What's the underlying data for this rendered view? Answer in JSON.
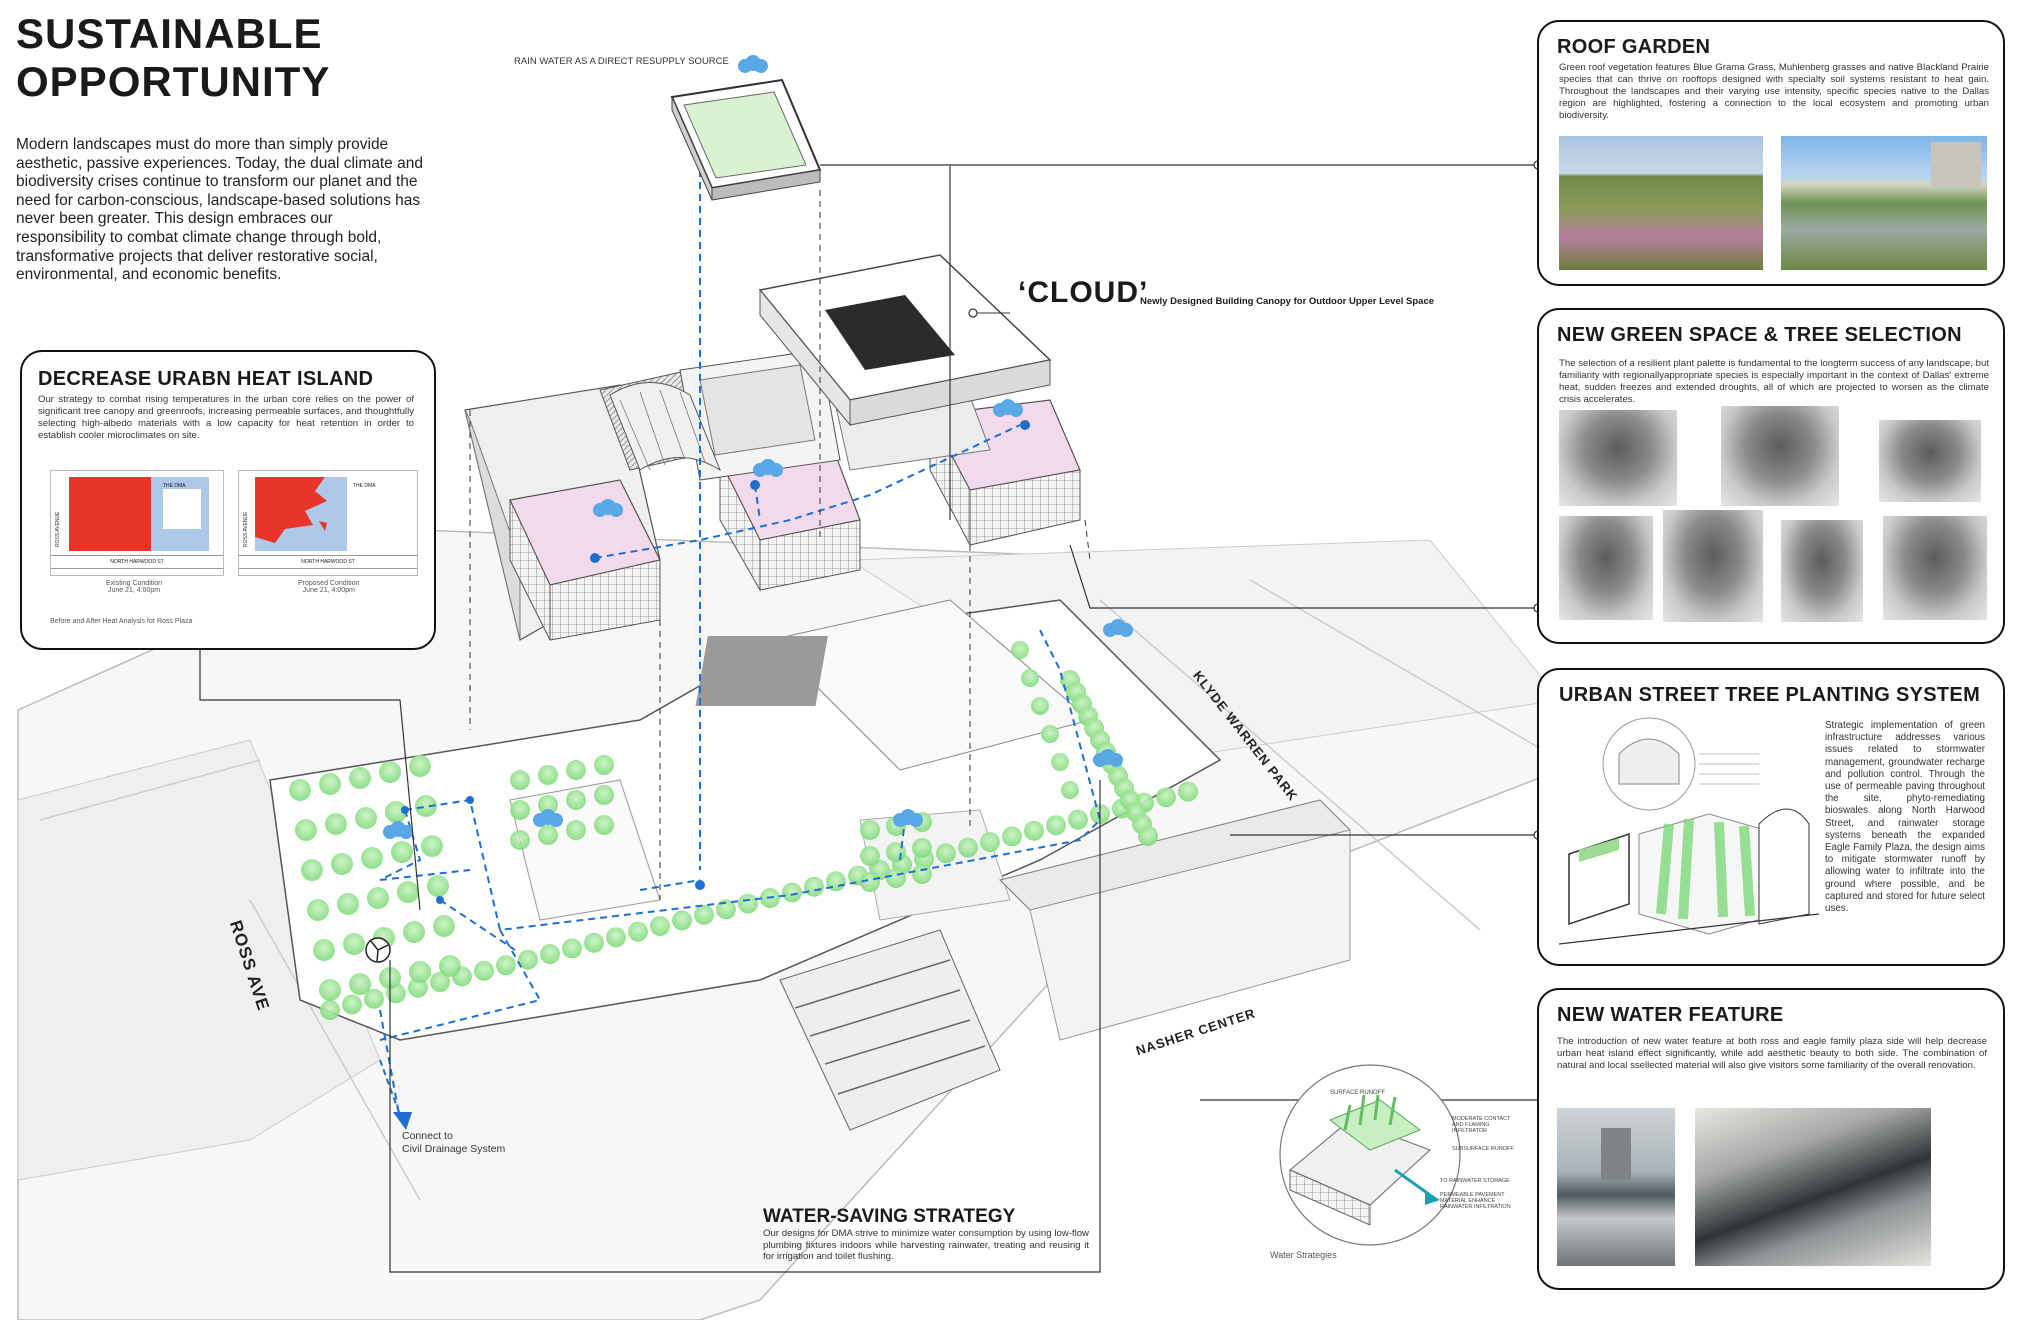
{
  "title": [
    "SUSTAINABLE",
    "OPPORTUNITY"
  ],
  "intro": "Modern landscapes must do more than simply provide aesthetic, passive experiences. Today, the dual climate and biodiversity crises continue to transform our planet and the need for carbon-conscious, landscape-based solutions has never been greater. This design embraces our responsibility to combat climate change through bold, transformative projects that deliver restorative social, environmental, and economic benefits.",
  "callouts": {
    "rain": "RAIN WATER AS A DIRECT RESUPPLY SOURCE",
    "cloud_title": "‘CLOUD’",
    "cloud_sub": "Newly Designed Building Canopy for Outdoor Upper Level Space",
    "drainage": [
      "Connect to",
      "Civil Drainage System"
    ],
    "water_caption": "Water Strategies"
  },
  "streets": {
    "ross": "ROSS AVE",
    "klyde": "KLYDE WARREN PARK",
    "nasher": "NASHER CENTER"
  },
  "heat_island": {
    "title": "DECREASE URABN HEAT ISLAND",
    "body": "Our strategy to combat rising temperatures in the urban core relies on the power of significant tree canopy and greenroofs, increasing permeable surfaces, and thoughtfully selecting high-albedo materials with a low capacity for heat retention in order to establish cooler microclimates on site.",
    "map_left_street": "NORTH HARWOOD ST",
    "map_right_street": "NORTH HARWOOD ST",
    "map_label_dma": "THE DMA",
    "map_side_label": "ROSS AVENUE",
    "cap_left": [
      "Existing Condition",
      "June 21, 4:00pm"
    ],
    "cap_right": [
      "Proposed Condition",
      "June 21, 4:00pm"
    ],
    "footnote": "Before and After Heat Analysis for Ross Plaza"
  },
  "roof_garden": {
    "title": "ROOF GARDEN",
    "body": "Green roof vegetation features Blue Grama Grass, Muhlenberg grasses and native Blackland Prairie species that can thrive on rooftops designed with specialty soil systems resistant to heat gain. Throughout the landscapes and their varying use intensity, specific species native to the Dallas region are highlighted, fostering a connection to the local ecosystem and promoting urban biodiversity."
  },
  "green_space": {
    "title": "NEW GREEN SPACE & TREE SELECTION",
    "body": "The selection of a resilient plant palette is fundamental to the longterm success of any landscape, but familiarity with regionallyappropriate species is especially important in the context of Dallas' extreme heat, sudden freezes and extended droughts, all of which are projected to worsen as the climate crisis accelerates."
  },
  "street_tree": {
    "title": "URBAN STREET TREE PLANTING SYSTEM",
    "body": "Strategic implementation of green infrastructure addresses various issues related to stormwater management, groundwater recharge and pollution control. Through the use of permeable paving throughout the site, phyto-remediating bioswales along North Harwood Street, and rainwater storage systems beneath the expanded Eagle Family Plaza, the design aims to mitigate stormwater runoff by allowing water to infiltrate into the ground where possible, and be captured and stored for future select uses."
  },
  "water_feature": {
    "title": "NEW WATER FEATURE",
    "body": "The introduction of new water feature at both ross and eagle family plaza side will help decrease urban heat island effect significantly, while add aesthetic beauty to both side. The combination of natural and local ssellected material will also give visitors some familiarity of the overall renovation."
  },
  "water_saving": {
    "title": "WATER-SAVING STRATEGY",
    "body": "Our designs for DMA strive to minimize water consumption by using low-flow plumbing fixtures indoors while harvesting rainwater, treating and reusing it for irrigation and toilet flushing."
  },
  "water_diagram_labels": [
    "SURFACE RUNOFF",
    "MODERATE CONTACT AND FLAMING INFILTRATOR",
    "SUBSURFACE RUNOFF",
    "TO RAINWATER STORAGE",
    "PERMEABLE PAVEMENT MATERIAL ENHANCE RAINWATER INFILTRATION"
  ],
  "colors": {
    "water_blue": "#1f6fd1",
    "tree_green": "#7fd97a",
    "roof_pink": "#f2d9ec",
    "heat_red": "#e8352a"
  }
}
